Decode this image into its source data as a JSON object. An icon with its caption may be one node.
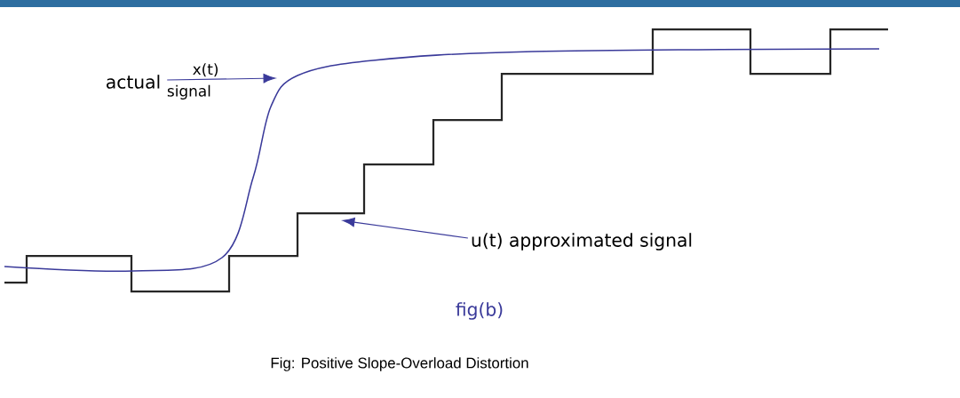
{
  "diagram": {
    "caption": "Fig: Positive Slope-Overload Distortion",
    "nodes": [
      {
        "text": [
          "actual"
        ],
        "beside": [
          "signal"
        ]
      },
      {
        "text": [
          "u(t) approximated signal"
        ]
      }
    ],
    "edges": [
      {
        "from": 0,
        "to": null,
        "arrow": "to",
        "label": "x(t)"
      },
      {
        "from": 1,
        "to": null,
        "arrow": "to"
      }
    ],
    "labels": [
      "fig(b)"
    ]
  }
}
